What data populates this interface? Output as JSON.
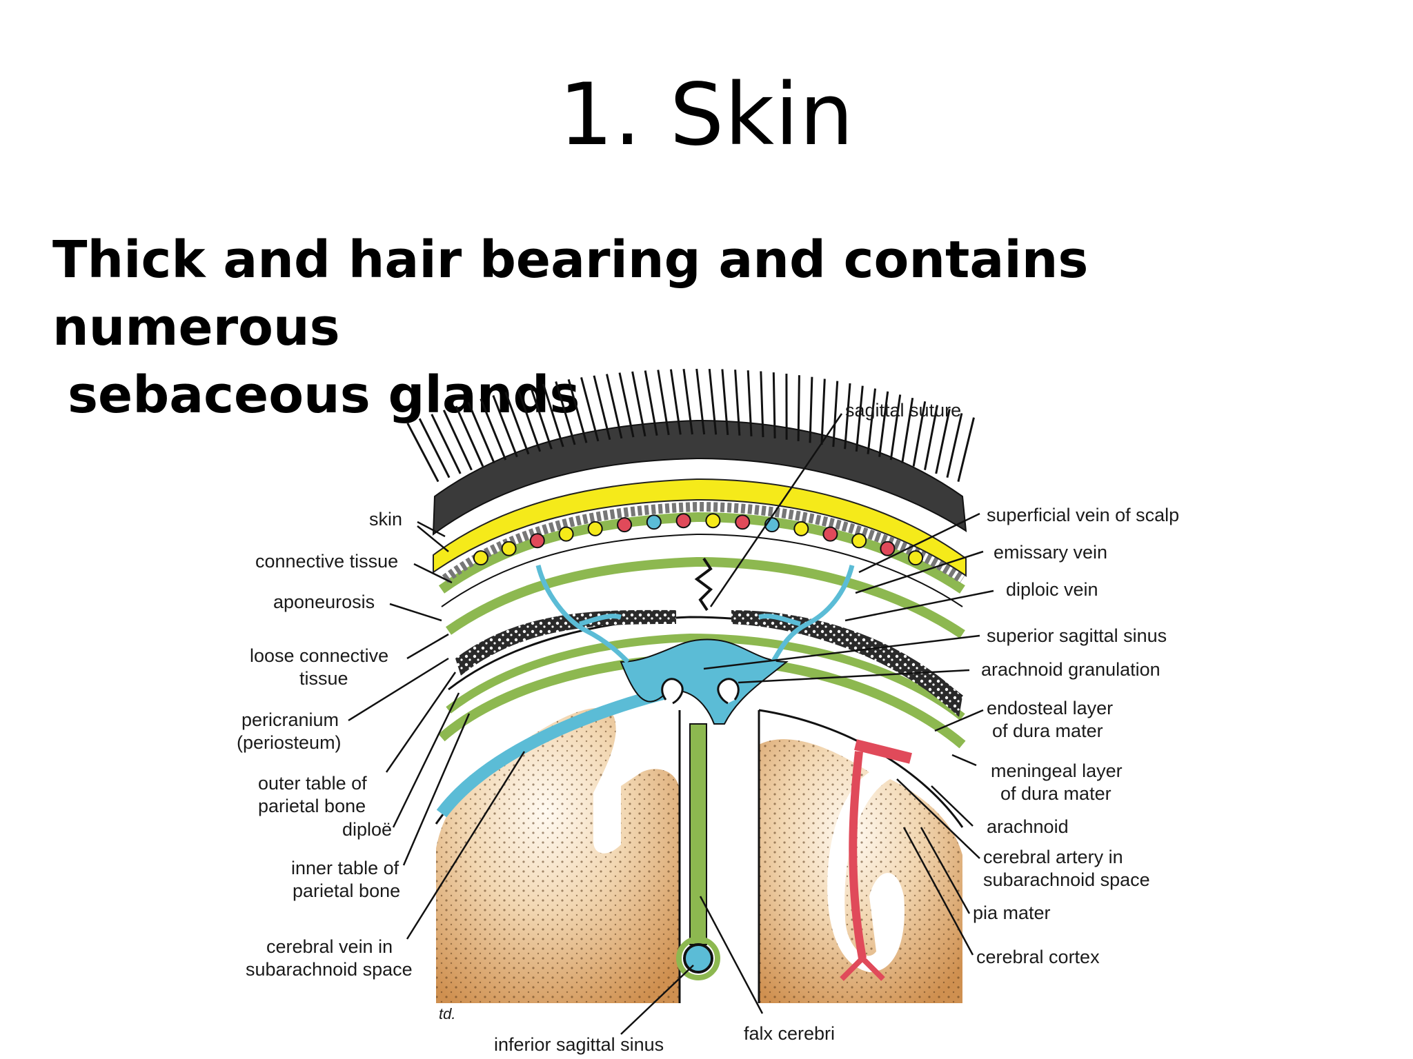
{
  "slide": {
    "title": "1. Skin",
    "bullet_line1": "Thick and hair bearing and contains numerous",
    "bullet_line2": "sebaceous glands"
  },
  "diagram": {
    "artist_mark": "td.",
    "labels": {
      "sagittal_suture": "sagittal suture",
      "skin": "skin",
      "connective_tissue": "connective tissue",
      "aponeurosis": "aponeurosis",
      "loose_connective_tissue_1": "loose connective",
      "loose_connective_tissue_2": "tissue",
      "pericranium_1": "pericranium",
      "pericranium_2": "(periosteum)",
      "outer_table_1": "outer table of",
      "outer_table_2": "parietal bone",
      "diploe": "diploë",
      "inner_table_1": "inner table of",
      "inner_table_2": "parietal bone",
      "cerebral_vein_1": "cerebral vein in",
      "cerebral_vein_2": "subarachnoid space",
      "inferior_sagittal_sinus": "inferior sagittal sinus",
      "falx_cerebri": "falx cerebri",
      "superficial_vein": "superficial vein of scalp",
      "emissary_vein": "emissary vein",
      "diploic_vein": "diploic vein",
      "superior_sagittal_sinus": "superior sagittal sinus",
      "arachnoid_granulation": "arachnoid granulation",
      "endosteal_1": "endosteal layer",
      "endosteal_2": "of dura mater",
      "meningeal_1": "meningeal layer",
      "meningeal_2": "of dura mater",
      "arachnoid": "arachnoid",
      "cerebral_artery_1": "cerebral artery in",
      "cerebral_artery_2": "subarachnoid space",
      "pia_mater": "pia mater",
      "cerebral_cortex": "cerebral cortex"
    }
  },
  "colors": {
    "yellow_layer": "#f5ea1a",
    "green_layer": "#8db850",
    "blue_vessel": "#5bbcd6",
    "red_vessel": "#e04a5a",
    "cortex": "#d49a5c"
  }
}
